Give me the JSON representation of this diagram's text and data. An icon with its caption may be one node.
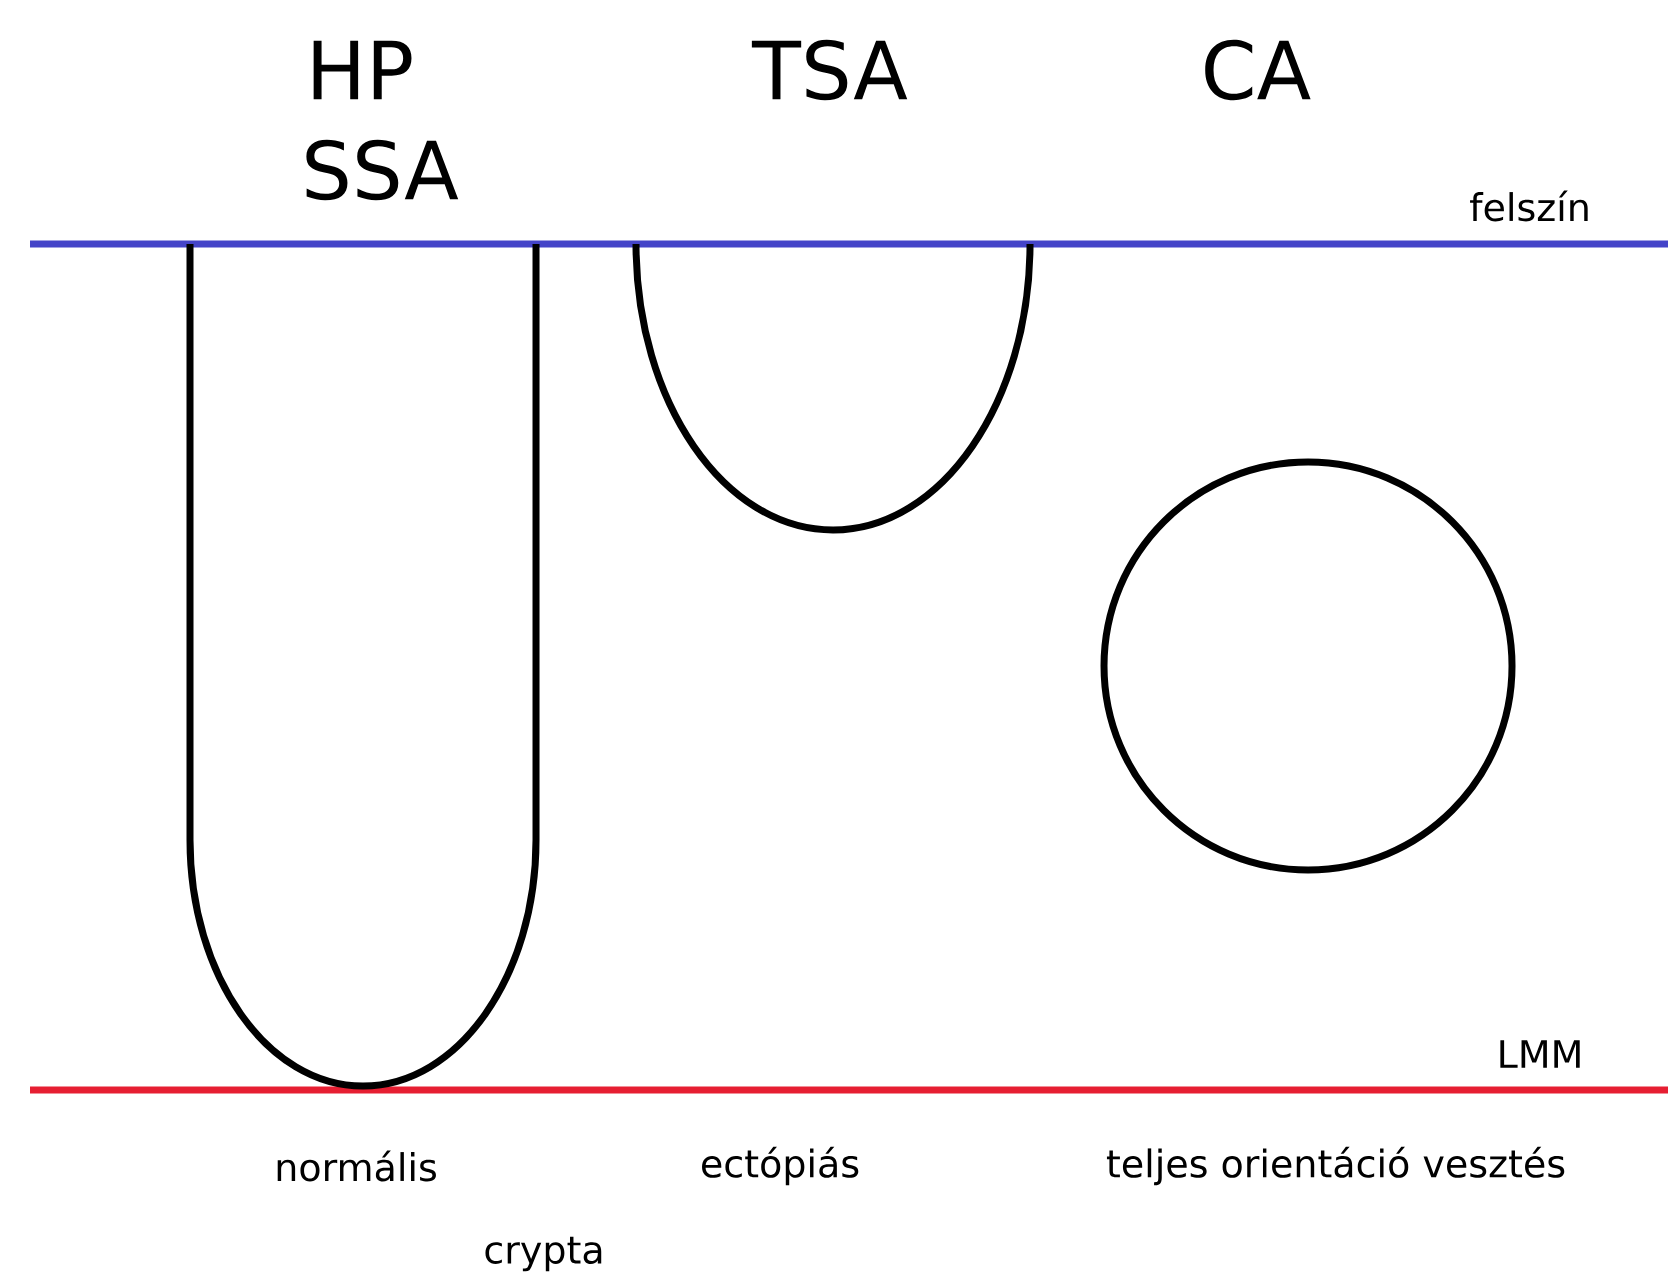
{
  "diagram": {
    "labels": [
      "HP",
      "SSA",
      "TSA",
      "CA",
      "felszín",
      "LMM",
      "normális",
      "crypta",
      "ectópiás",
      "teljes orientáció vesztés"
    ]
  }
}
